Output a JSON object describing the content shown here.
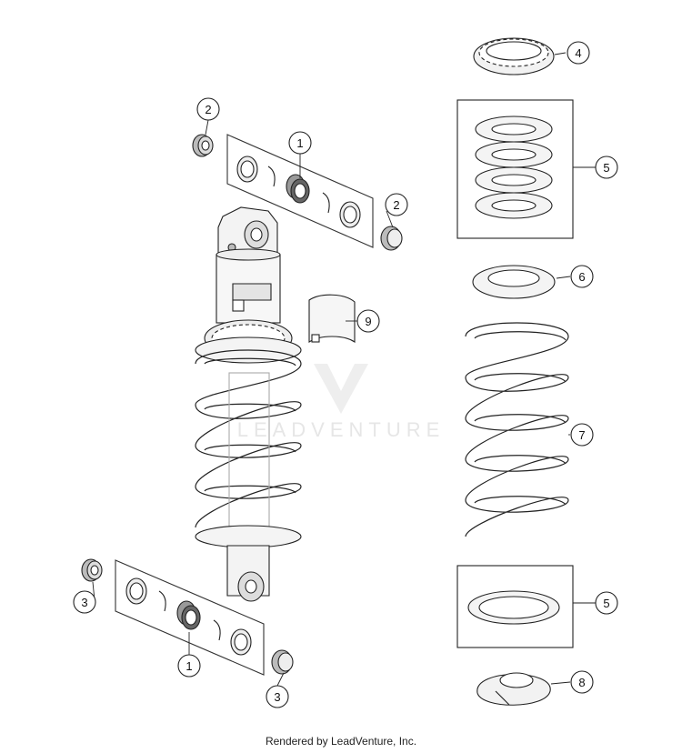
{
  "diagram": {
    "callouts": [
      {
        "id": "c2a",
        "label": "2"
      },
      {
        "id": "c1a",
        "label": "1"
      },
      {
        "id": "c2b",
        "label": "2"
      },
      {
        "id": "c9",
        "label": "9"
      },
      {
        "id": "c3a",
        "label": "3"
      },
      {
        "id": "c1b",
        "label": "1"
      },
      {
        "id": "c3b",
        "label": "3"
      },
      {
        "id": "c4",
        "label": "4"
      },
      {
        "id": "c5a",
        "label": "5"
      },
      {
        "id": "c6",
        "label": "6"
      },
      {
        "id": "c7",
        "label": "7"
      },
      {
        "id": "c5b",
        "label": "5"
      },
      {
        "id": "c8",
        "label": "8"
      }
    ]
  },
  "watermark": {
    "text": "LEADVENTURE"
  },
  "footer": {
    "text": "Rendered by LeadVenture, Inc."
  }
}
